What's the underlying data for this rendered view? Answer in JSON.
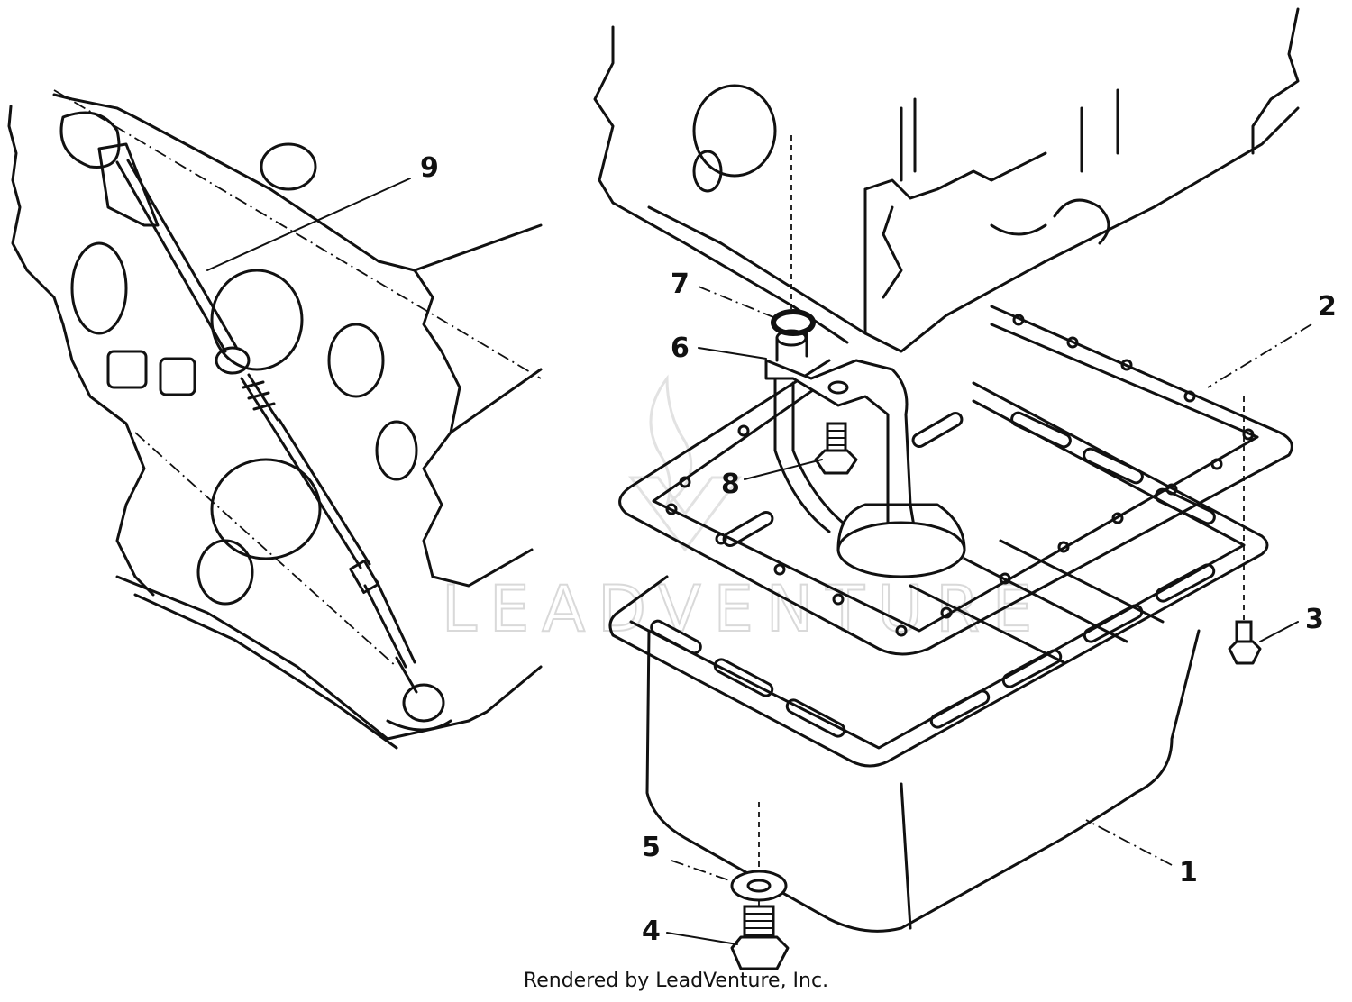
{
  "callouts": {
    "c1": "1",
    "c2": "2",
    "c3": "3",
    "c4": "4",
    "c5": "5",
    "c6": "6",
    "c7": "7",
    "c8": "8",
    "c9": "9"
  },
  "watermark": "LEADVENTURE",
  "credit": "Rendered by LeadVenture, Inc."
}
